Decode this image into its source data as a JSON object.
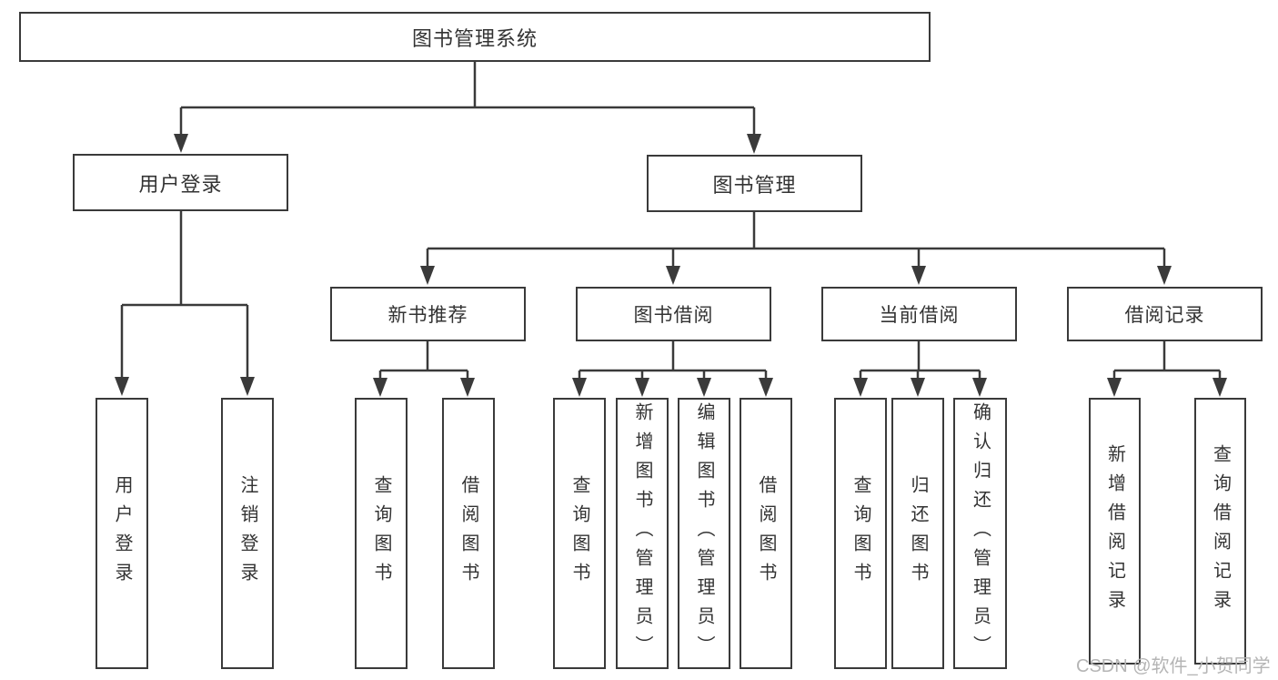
{
  "colors": {
    "line": "#3a3a3a",
    "text": "#333333",
    "watermark": "#b5b5b5",
    "background": "#ffffff"
  },
  "diagram": {
    "root": {
      "label": "图书管理系统"
    },
    "branches": [
      {
        "label": "用户登录",
        "children": [
          {
            "label": "用户登录"
          },
          {
            "label": "注销登录"
          }
        ]
      },
      {
        "label": "图书管理",
        "children": [
          {
            "label": "新书推荐",
            "children": [
              {
                "label": "查询图书"
              },
              {
                "label": "借阅图书"
              }
            ]
          },
          {
            "label": "图书借阅",
            "children": [
              {
                "label": "查询图书"
              },
              {
                "label": "新增图书（管理员）"
              },
              {
                "label": "编辑图书（管理员）"
              },
              {
                "label": "借阅图书"
              }
            ]
          },
          {
            "label": "当前借阅",
            "children": [
              {
                "label": "查询图书"
              },
              {
                "label": "归还图书"
              },
              {
                "label": "确认归还（管理员）"
              }
            ]
          },
          {
            "label": "借阅记录",
            "children": [
              {
                "label": "新增借阅记录"
              },
              {
                "label": "查询借阅记录"
              }
            ]
          }
        ]
      }
    ]
  },
  "watermark": {
    "text": "CSDN @软件_小贺同学"
  }
}
